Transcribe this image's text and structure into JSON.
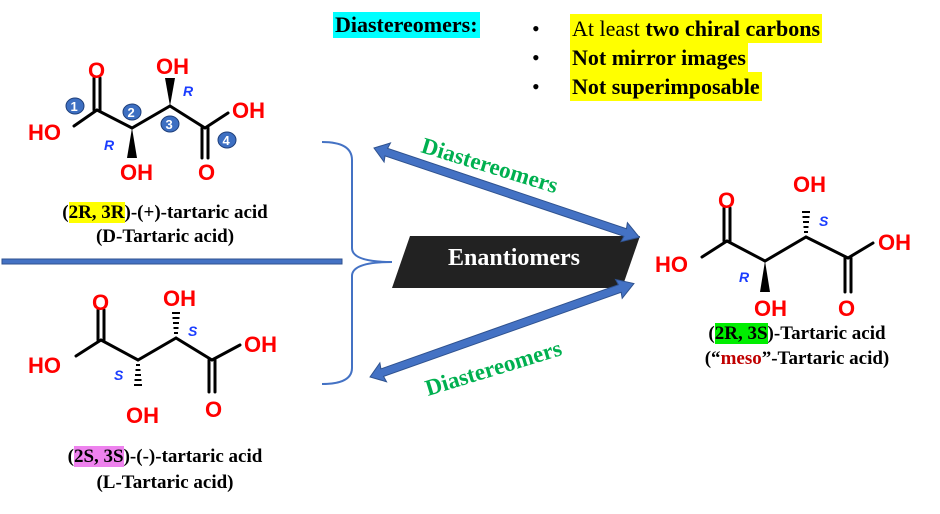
{
  "header": {
    "title": "Diastereomers:",
    "title_highlight": "#00ffff",
    "bullets": [
      {
        "normal": "At least ",
        "bold": "two chiral carbons"
      },
      {
        "normal": "",
        "bold": "Not mirror images"
      },
      {
        "normal": "",
        "bold": "Not superimposable"
      }
    ],
    "bullet_glyph": "•",
    "bullet_highlight": "#ffff00"
  },
  "molecules": {
    "d_tartaric": {
      "atoms": {
        "o_top": "O",
        "oh_top": "OH",
        "ho_left": "HO",
        "oh_right": "OH",
        "oh_bottom": "OH",
        "o_bottom": "O"
      },
      "config_c2": "R",
      "config_c3": "R",
      "carbon_numbers": [
        "1",
        "2",
        "3",
        "4"
      ],
      "name_highlight": "2R, 3R",
      "name_rest": ")-(+)-tartaric acid",
      "name_open": "(",
      "common_name": "(D-Tartaric acid)",
      "highlight_color": "#ffff00"
    },
    "l_tartaric": {
      "atoms": {
        "o_top": "O",
        "oh_top": "OH",
        "ho_left": "HO",
        "oh_right": "OH",
        "oh_bottom": "OH",
        "o_bottom": "O"
      },
      "config_c2": "S",
      "config_c3": "S",
      "name_highlight": "2S, 3S",
      "name_rest": ")-(-)-tartaric acid",
      "name_open": "(",
      "common_name": "(L-Tartaric acid)",
      "highlight_color": "#ee82ee"
    },
    "meso_tartaric": {
      "atoms": {
        "o_top": "O",
        "oh_top": "OH",
        "ho_left": "HO",
        "oh_right": "OH",
        "oh_bottom": "OH",
        "o_bottom": "O"
      },
      "config_c2": "R",
      "config_c3": "S",
      "name_highlight": "2R, 3S",
      "name_rest": ")-Tartaric acid",
      "name_open": "(",
      "common_pre": "(“",
      "common_meso": "meso",
      "common_post": "”-Tartaric acid)",
      "highlight_color": "#00ee00"
    }
  },
  "relations": {
    "enantiomers_label": "Enantiomers",
    "diastereomers_top_label": "Diastereomers",
    "diastereomers_bottom_label": "Diastereomers",
    "arrow_color": "#4472c4",
    "label_color": "#00b050"
  }
}
